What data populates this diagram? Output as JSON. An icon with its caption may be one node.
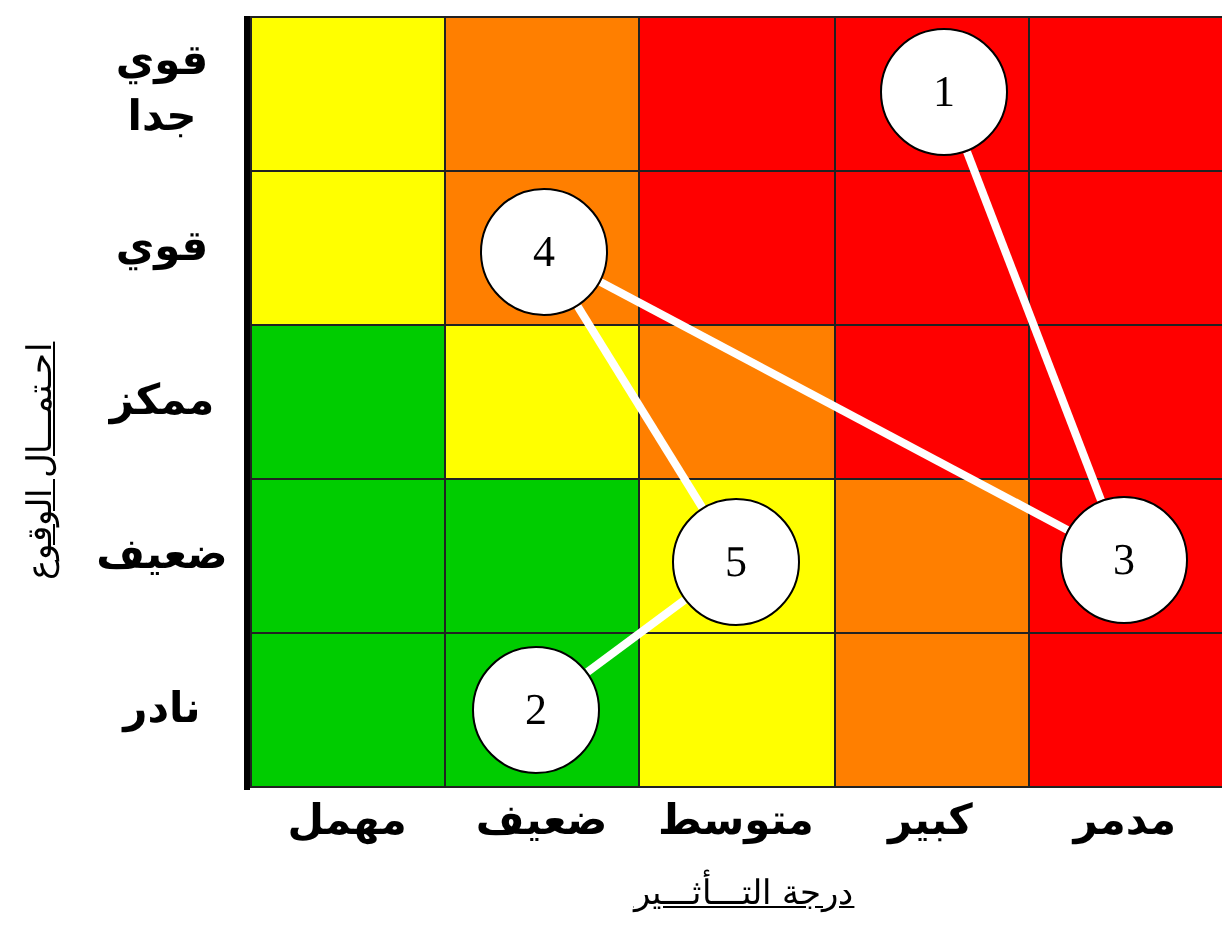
{
  "diagram": {
    "nodes": [
      {
        "text": [
          "1"
        ]
      },
      {
        "text": [
          "4"
        ]
      },
      {
        "text": [
          "5"
        ]
      },
      {
        "text": [
          "3"
        ]
      },
      {
        "text": [
          "2"
        ]
      }
    ],
    "edges": [
      {
        "from": 0,
        "to": 3,
        "arrow": "none"
      },
      {
        "from": 1,
        "to": 3,
        "arrow": "none"
      },
      {
        "from": 1,
        "to": 2,
        "arrow": "none"
      },
      {
        "from": 2,
        "to": 4,
        "arrow": "none"
      }
    ],
    "labels": [
      "قوي جدا",
      "قوي",
      "ممكز",
      "ضعيف",
      "نادر",
      "مدمر",
      "كبير",
      "متوسط",
      "ضعيف",
      "مهمل",
      "درجة التـــأثـــير",
      "احـتمـــال الوقوع"
    ]
  }
}
